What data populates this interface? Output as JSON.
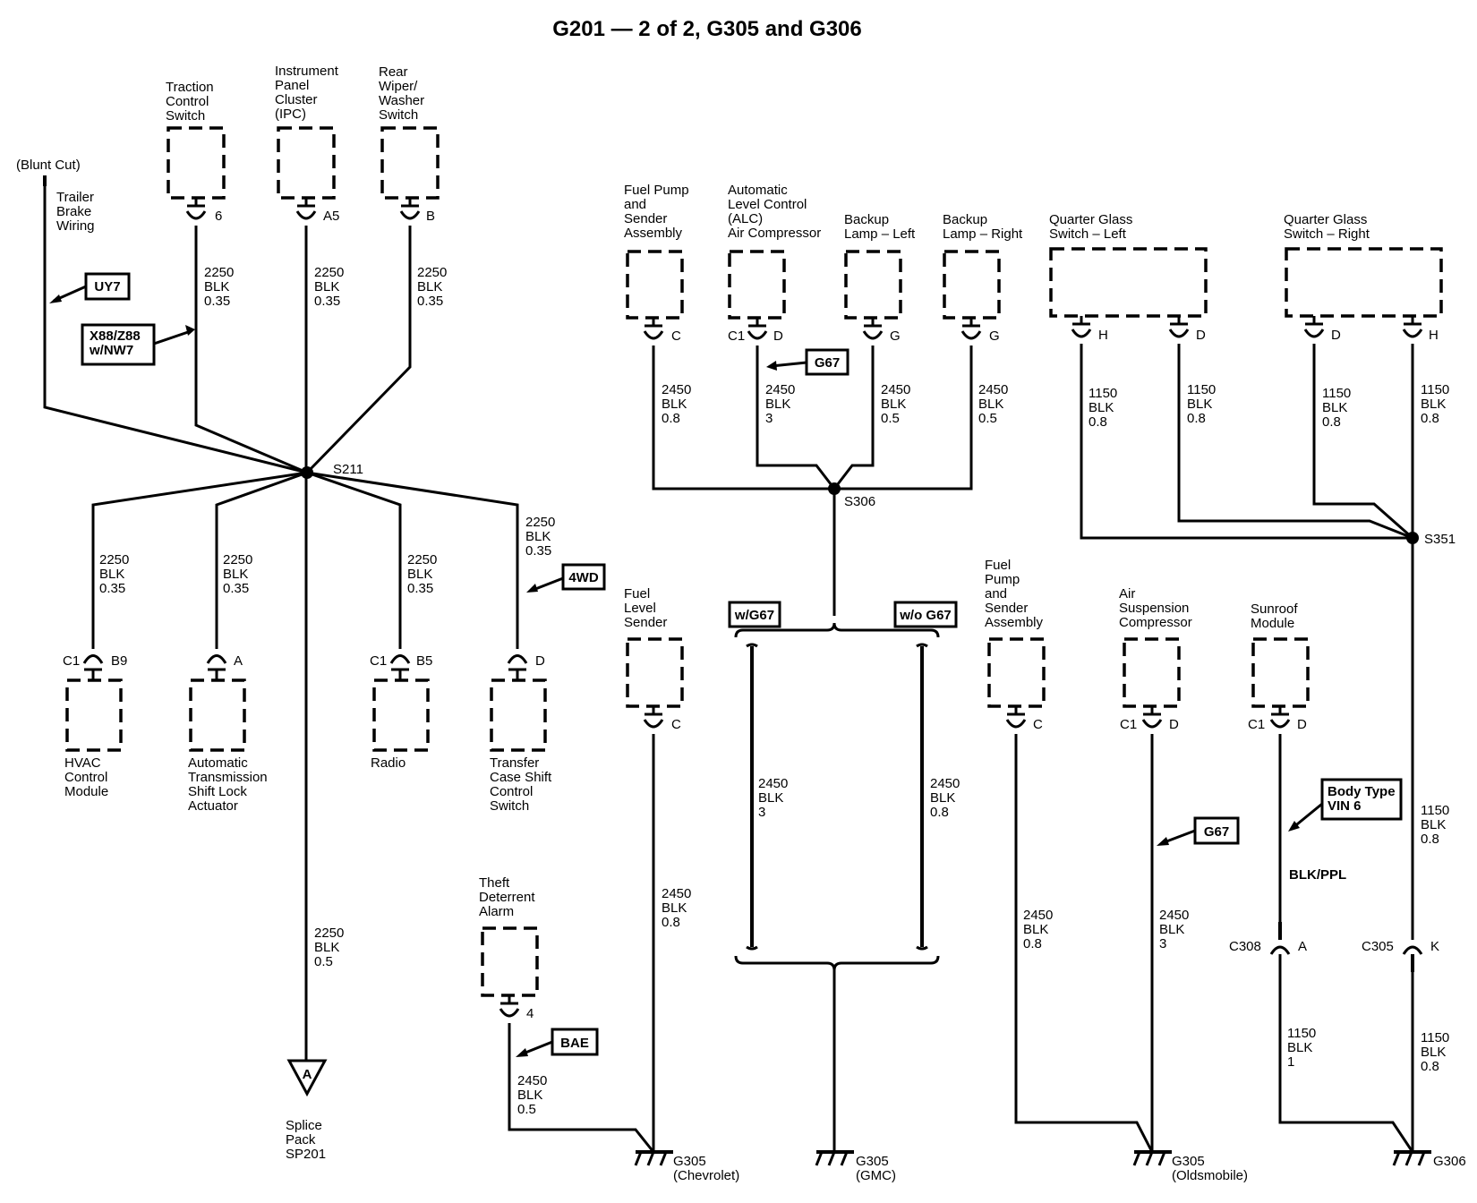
{
  "title": "G201 — 2 of 2, G305 and G306",
  "components": {
    "traction": [
      "Traction",
      "Control",
      "Switch"
    ],
    "ipc": [
      "Instrument",
      "Panel",
      "Cluster",
      "(IPC)"
    ],
    "rear_wiper": [
      "Rear",
      "Wiper/",
      "Washer",
      "Switch"
    ],
    "blunt_cut": "(Blunt Cut)",
    "trailer": [
      "Trailer",
      "Brake",
      "Wiring"
    ],
    "hvac": [
      "HVAC",
      "Control",
      "Module"
    ],
    "ats": [
      "Automatic",
      "Transmission",
      "Shift Lock",
      "Actuator"
    ],
    "radio": [
      "Radio"
    ],
    "transfer": [
      "Transfer",
      "Case Shift",
      "Control",
      "Switch"
    ],
    "splice_pack": [
      "Splice",
      "Pack",
      "SP201"
    ],
    "fuel_pump_1": [
      "Fuel Pump",
      "and",
      "Sender",
      "Assembly"
    ],
    "alc": [
      "Automatic",
      "Level Control",
      "(ALC)",
      "Air Compressor"
    ],
    "backup_left": [
      "Backup",
      "Lamp – Left"
    ],
    "backup_right": [
      "Backup",
      "Lamp – Right"
    ],
    "qg_left": [
      "Quarter Glass",
      "Switch – Left"
    ],
    "qg_right": [
      "Quarter Glass",
      "Switch – Right"
    ],
    "fuel_level": [
      "Fuel",
      "Level",
      "Sender"
    ],
    "theft": [
      "Theft",
      "Deterrent",
      "Alarm"
    ],
    "fuel_pump_2": [
      "Fuel",
      "Pump",
      "and",
      "Sender",
      "Assembly"
    ],
    "air_susp": [
      "Air",
      "Suspension",
      "Compressor"
    ],
    "sunroof": [
      "Sunroof",
      "Module"
    ]
  },
  "pins": {
    "traction": "6",
    "ipc": "A5",
    "rear_wiper": "B",
    "hvac_conn": "C1",
    "hvac": "B9",
    "ats": "A",
    "radio_conn": "C1",
    "radio": "B5",
    "transfer": "D",
    "fuel_pump_1": "C",
    "alc_conn": "C1",
    "alc": "D",
    "backup_left": "G",
    "backup_right": "G",
    "qgl_h": "H",
    "qgl_d": "D",
    "qgr_d": "D",
    "qgr_h": "H",
    "fuel_level": "C",
    "theft": "4",
    "fuel_pump_2": "C",
    "air_susp_conn": "C1",
    "air_susp": "D",
    "sunroof_conn": "C1",
    "sunroof": "D",
    "c308_pin": "A",
    "c305_pin": "K"
  },
  "wires": {
    "w_traction": [
      "2250",
      "BLK",
      "0.35"
    ],
    "w_ipc": [
      "2250",
      "BLK",
      "0.35"
    ],
    "w_rear": [
      "2250",
      "BLK",
      "0.35"
    ],
    "w_hvac": [
      "2250",
      "BLK",
      "0.35"
    ],
    "w_ats": [
      "2250",
      "BLK",
      "0.35"
    ],
    "w_radio": [
      "2250",
      "BLK",
      "0.35"
    ],
    "w_transfer": [
      "2250",
      "BLK",
      "0.35"
    ],
    "w_splice": [
      "2250",
      "BLK",
      "0.5"
    ],
    "w_fp1": [
      "2450",
      "BLK",
      "0.8"
    ],
    "w_alc": [
      "2450",
      "BLK",
      "3"
    ],
    "w_bl": [
      "2450",
      "BLK",
      "0.5"
    ],
    "w_br": [
      "2450",
      "BLK",
      "0.5"
    ],
    "w_qgl_h": [
      "1150",
      "BLK",
      "0.8"
    ],
    "w_qgl_d": [
      "1150",
      "BLK",
      "0.8"
    ],
    "w_qgr_d": [
      "1150",
      "BLK",
      "0.8"
    ],
    "w_qgr_h": [
      "1150",
      "BLK",
      "0.8"
    ],
    "w_g67_opt": [
      "2450",
      "BLK",
      "3"
    ],
    "w_nog67_opt": [
      "2450",
      "BLK",
      "0.8"
    ],
    "w_fuel_level": [
      "2450",
      "BLK",
      "0.8"
    ],
    "w_theft": [
      "2450",
      "BLK",
      "0.5"
    ],
    "w_fp2": [
      "2450",
      "BLK",
      "0.8"
    ],
    "w_air": [
      "2450",
      "BLK",
      "3"
    ],
    "w_s351_down": [
      "1150",
      "BLK",
      "0.8"
    ],
    "w_sunroof_color": "BLK/PPL",
    "w_c308_down": [
      "1150",
      "BLK",
      "1"
    ],
    "w_c305_down": [
      "1150",
      "BLK",
      "0.8"
    ]
  },
  "splices": {
    "s211": "S211",
    "s306": "S306",
    "s351": "S351"
  },
  "connectors": {
    "c308": "C308",
    "c305": "C305"
  },
  "options": {
    "uy7": "UY7",
    "x88": [
      "X88/Z88",
      "w/NW7"
    ],
    "four_wd": "4WD",
    "g67_a": "G67",
    "w_g67": "w/G67",
    "wo_g67": "w/o G67",
    "g67_b": "G67",
    "body_type": [
      "Body Type",
      "VIN 6"
    ],
    "bae": "BAE"
  },
  "grounds": {
    "g305_chev": [
      "G305",
      "(Chevrolet)"
    ],
    "g305_gmc": [
      "G305",
      "(GMC)"
    ],
    "g305_olds": [
      "G305",
      "(Oldsmobile)"
    ],
    "g306": [
      "G306"
    ]
  },
  "splice_arrow_letter": "A"
}
